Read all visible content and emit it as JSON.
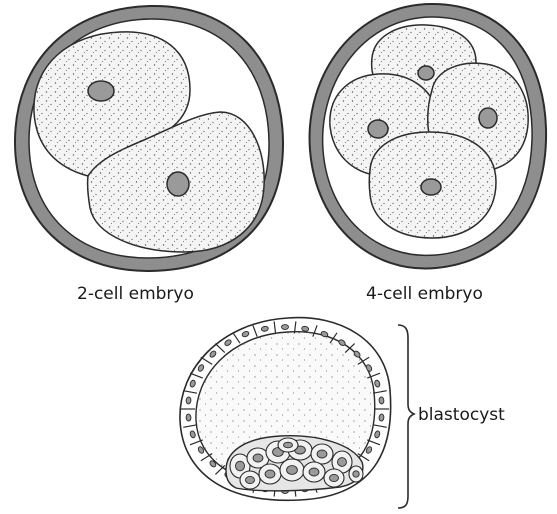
{
  "labels": {
    "two_cell": "2-cell embryo",
    "four_cell": "4-cell embryo",
    "blastocyst": "blastocyst"
  },
  "colors": {
    "shell": "#8e8e8e",
    "outline": "#2b2b2b",
    "cell_fill": "#f4f4f4",
    "nucleus": "#9a9a9a",
    "stipple": "#5a5a5a"
  }
}
